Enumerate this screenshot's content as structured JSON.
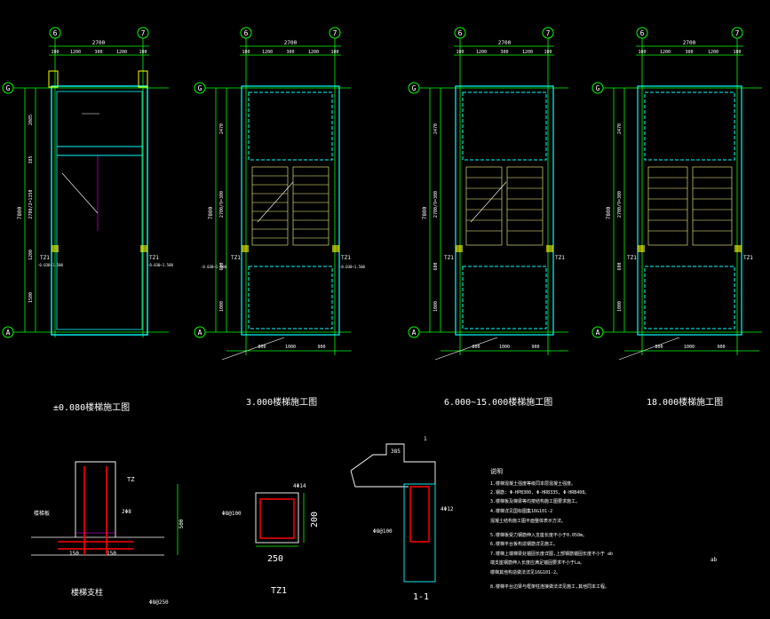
{
  "colors": {
    "background": "#000000",
    "axis_green": "#00ff00",
    "wall_cyan": "#00ffff",
    "column_yellow": "#ffff00",
    "rebar_red": "#ff0000",
    "text_white": "#ffffff",
    "hatch_magenta": "#ff00ff"
  },
  "plans": [
    {
      "title": "±0.080楼梯施工图",
      "axis_top_left": "6",
      "axis_top_right": "7",
      "axis_side_top": "G",
      "axis_side_bottom": "A",
      "dim_top": "2700",
      "dim_top_parts": [
        "100",
        "1200",
        "300",
        "1200",
        "100"
      ],
      "side_dims": [
        "2085",
        "385",
        "2700/2=1350",
        "1200",
        "1500"
      ],
      "total_left": "7800",
      "tz_label": "TZ1",
      "tz_label_r": "TZ1",
      "elev_left": "-0.030~1.500",
      "elev_right": "-0.030~1.500",
      "note": "",
      "bottom_dims": []
    },
    {
      "title": "3.000楼梯施工图",
      "axis_top_left": "6",
      "axis_top_right": "7",
      "axis_side_top": "G",
      "axis_side_bottom": "A",
      "dim_top": "2700",
      "dim_top_parts": [
        "100",
        "1200",
        "300",
        "1200",
        "100"
      ],
      "side_dims": [
        "2470",
        "2700/9=300",
        "600",
        "1000"
      ],
      "total_left": "7800",
      "tz_label": "TZ1",
      "tz_label_r": "TZ1",
      "elev_left": "-0.030~1.500",
      "elev_right": "-0.030~1.500",
      "note": "",
      "bottom_dims": [
        "800",
        "1000",
        "900"
      ]
    },
    {
      "title": "6.000~15.000楼梯施工图",
      "axis_top_left": "6",
      "axis_top_right": "7",
      "axis_side_top": "G",
      "axis_side_bottom": "A",
      "dim_top": "2700",
      "dim_top_parts": [
        "100",
        "1200",
        "300",
        "1200",
        "100"
      ],
      "side_dims": [
        "2470",
        "2700/9=300",
        "600",
        "1000"
      ],
      "total_left": "7800",
      "tz_label": "TZ1",
      "tz_label_r": "TZ1",
      "elev_left": "",
      "elev_right": "",
      "note": "",
      "bottom_dims": [
        "800",
        "1000",
        "900"
      ]
    },
    {
      "title": "18.000楼梯施工图",
      "axis_top_left": "6",
      "axis_top_right": "7",
      "axis_side_top": "G",
      "axis_side_bottom": "A",
      "dim_top": "2700",
      "dim_top_parts": [
        "100",
        "1200",
        "300",
        "1200",
        "100"
      ],
      "side_dims": [
        "2470",
        "2700/9=300",
        "600",
        "1000"
      ],
      "total_left": "7800",
      "tz_label": "TZ1",
      "tz_label_r": "TZ1",
      "elev_left": "",
      "elev_right": "",
      "note": "",
      "bottom_dims": [
        "800",
        "1000",
        "900"
      ]
    }
  ],
  "details": {
    "base": {
      "title": "楼梯支柱",
      "tz_label": "TZ",
      "dim_v": "500",
      "dim_150a": "150",
      "dim_150b": "150",
      "rebar_note": "2Φ8",
      "spacing": "Φ8@250",
      "fill_label": "楼梯板"
    },
    "tz1": {
      "title": "TZ1",
      "width": "250",
      "height": "200",
      "rebar_top": "4Φ14",
      "tie": "Φ8@100"
    },
    "section11": {
      "title": "1-1",
      "dim_385": "385",
      "rebar_label": "4Φ12",
      "tie": "Φ8@100",
      "elev_note": "1"
    }
  },
  "notes": {
    "heading": "说明",
    "lines": [
      "1.楼梯混凝土强度等级同本层混凝土强度。",
      "2.钢筋: Φ-HPB300, Φ-HRB335, Φ-HRB400。",
      "3.楼梯板及梯梁等均按结构施工图要求施工。",
      "4.楼梯详见国标图集16G101-2",
      "   混凝土结构施工图平面整体表示方法。",
      "5.楼梯板受力钢筋伸入支座长度不小于0.050m。",
      "6.楼梯平台板构造钢筋详见施工。",
      "7.楼梯上端梯梁处锚固长度详图,上部钢筋锚固长度不小于 ab",
      "   端支座钢筋伸入长度应满足锚固要求不小于La。",
      "   楼梯其他构造做法详见16G101-2。",
      "8.楼梯平台边梁与框架柱连接做法详见施工,其他同本工程。"
    ],
    "ab": "ab"
  }
}
